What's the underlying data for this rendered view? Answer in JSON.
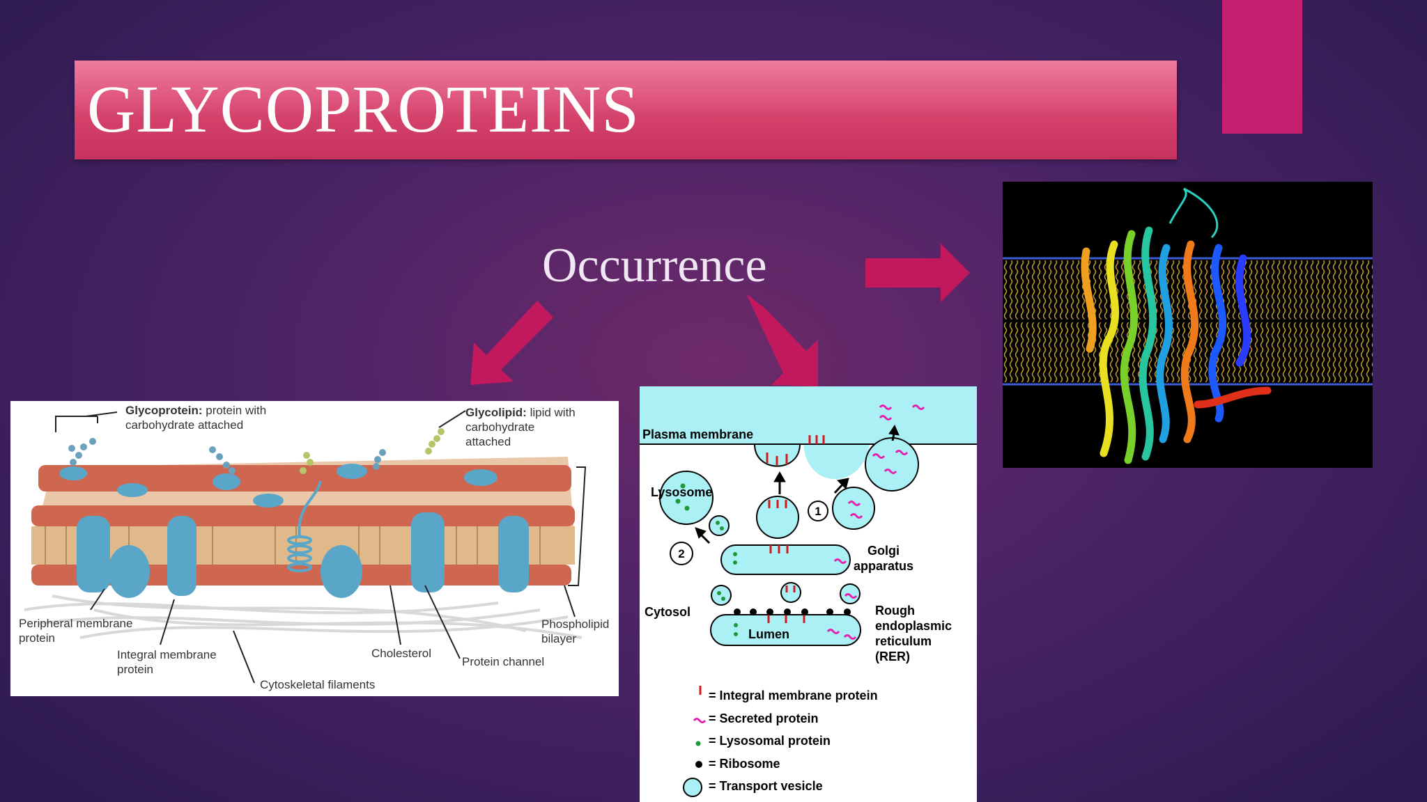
{
  "slide": {
    "title": "GLYCOPROTEINS",
    "subtitle": "Occurrence"
  },
  "colors": {
    "title_bar": "#d94673",
    "accent": "#c61f70",
    "arrow": "#c2195e"
  },
  "membrane_diagram": {
    "glycoprotein_bold": "Glycoprotein:",
    "glycoprotein_rest": " protein with",
    "glycoprotein_line2": "carbohydrate attached",
    "glycolipid_bold": "Glycolipid:",
    "glycolipid_rest": " lipid with",
    "glycolipid_line2": "carbohydrate",
    "glycolipid_line3": "attached",
    "peripheral_line1": "Peripheral membrane",
    "peripheral_line2": "protein",
    "integral_line1": "Integral membrane",
    "integral_line2": "protein",
    "cytoskeletal": "Cytoskeletal filaments",
    "cholesterol": "Cholesterol",
    "protein_channel": "Protein channel",
    "phospholipid_line1": "Phospholipid",
    "phospholipid_line2": "bilayer"
  },
  "vesicle_diagram": {
    "plasma_membrane": "Plasma membrane",
    "lysosome": "Lysosome",
    "golgi_line1": "Golgi",
    "golgi_line2": "apparatus",
    "cytosol": "Cytosol",
    "rer_line1": "Rough",
    "rer_line2": "endoplasmic",
    "rer_line3": "reticulum",
    "rer_line4": "(RER)",
    "lumen": "Lumen",
    "step1": "1",
    "step2": "2",
    "legend": [
      {
        "symbol": "integral",
        "label": "= Integral membrane protein"
      },
      {
        "symbol": "secreted",
        "label": "= Secreted protein"
      },
      {
        "symbol": "lysosomal",
        "label": "= Lysosomal protein"
      },
      {
        "symbol": "ribosome",
        "label": "= Ribosome"
      },
      {
        "symbol": "vesicle",
        "label": "= Transport vesicle"
      }
    ]
  }
}
